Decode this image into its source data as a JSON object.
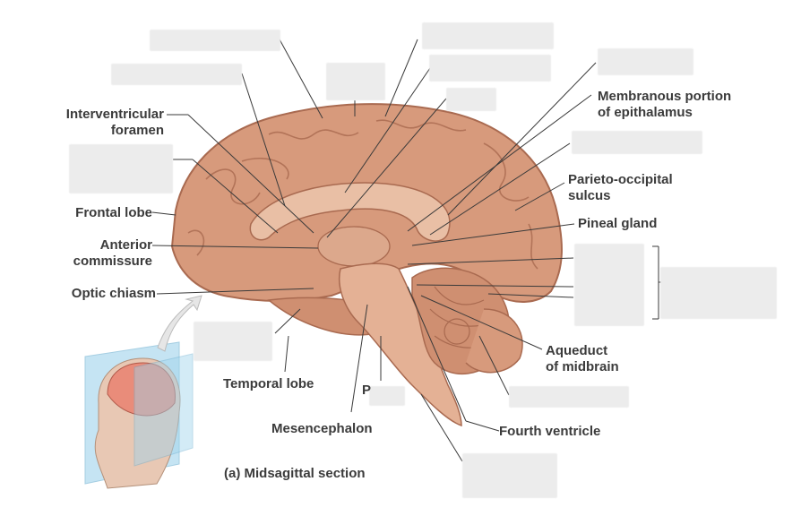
{
  "labels": {
    "interventricular_foramen": [
      "Interventricular",
      "foramen"
    ],
    "frontal_lobe": "Frontal lobe",
    "anterior_commissure": [
      "Anterior",
      "commissure"
    ],
    "optic_chiasm": "Optic chiasm",
    "temporal_lobe": "Temporal lobe",
    "mesencephalon": "Mesencephalon",
    "membranous_epithalamus": [
      "Membranous portion",
      "of epithalamus"
    ],
    "parieto_occipital_sulcus": [
      "Parieto-occipital",
      "sulcus"
    ],
    "pineal_gland": "Pineal gland",
    "aqueduct_midbrain": [
      "Aqueduct",
      "of midbrain"
    ],
    "fourth_ventricle": "Fourth ventricle",
    "partial_p": "P"
  },
  "caption": "(a)  Midsagittal section",
  "colors": {
    "brain": "#d79a7c",
    "brain_dark": "#b9775a",
    "leader": "#3a3a3a",
    "plane": "#9fd3ec",
    "blank": "#ececec"
  }
}
